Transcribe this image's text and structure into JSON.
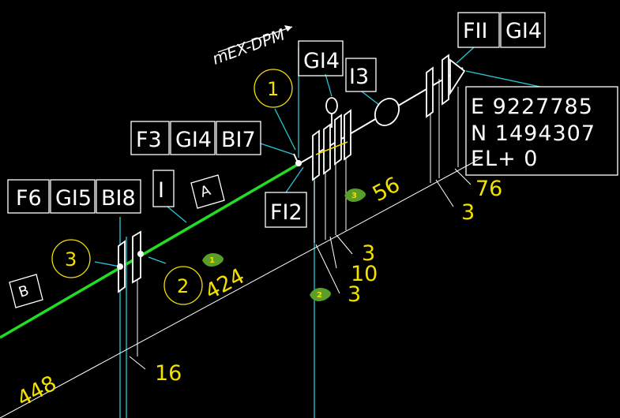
{
  "colors": {
    "background": "#000000",
    "pipe": "#22dd22",
    "leader": "#28c8d8",
    "outline": "#ffffff",
    "dimension": "#f2e000",
    "marker": "#5a9e2a"
  },
  "flow_label": "mEX-DPM",
  "tags": {
    "f6": "F6",
    "gi5": "GI5",
    "bi8": "BI8",
    "f3": "F3",
    "gi4a": "GI4",
    "bi7": "BI7",
    "gi4b": "GI4",
    "i3": "I3",
    "f11": "FII",
    "gi4c": "GI4",
    "f12": "FI2",
    "i_tag": "I"
  },
  "coordinates": {
    "e": "E  9227785",
    "n": "N  1494307",
    "el": "EL+ 0"
  },
  "diamonds": {
    "a": "A",
    "b": "B"
  },
  "bubbles": {
    "b1": "1",
    "b3": "3",
    "b2": "2"
  },
  "markers": {
    "m1": "1",
    "m2": "2",
    "m3": "3"
  },
  "dimensions": {
    "d448": "448",
    "d16": "16",
    "d424": "424",
    "d3a": "3",
    "d10": "10",
    "d3b": "3",
    "d56": "56",
    "d3c": "3",
    "d76": "76"
  }
}
